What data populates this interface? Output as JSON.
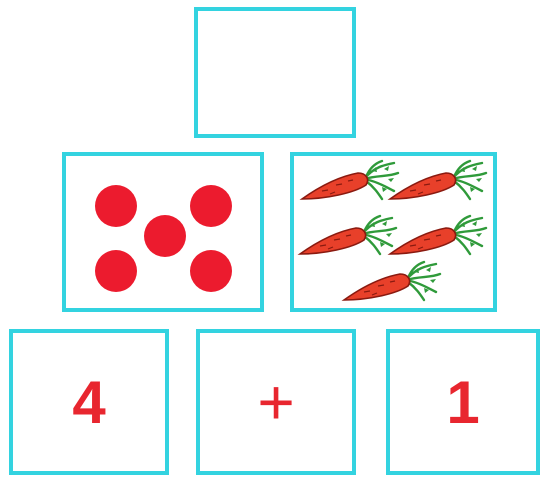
{
  "answer_box": {
    "value": ""
  },
  "picture_dots": {
    "count": 5,
    "color": "#ec1b2e",
    "icon": "red-dot-icon"
  },
  "picture_carrots": {
    "count": 5,
    "icon": "carrot-icon"
  },
  "equation": {
    "left": "4",
    "operator": "+",
    "right": "1"
  },
  "colors": {
    "frame": "#33d3e0",
    "number": "#e8262f",
    "carrot": "#e8402a",
    "leaf": "#2f9a3a"
  }
}
